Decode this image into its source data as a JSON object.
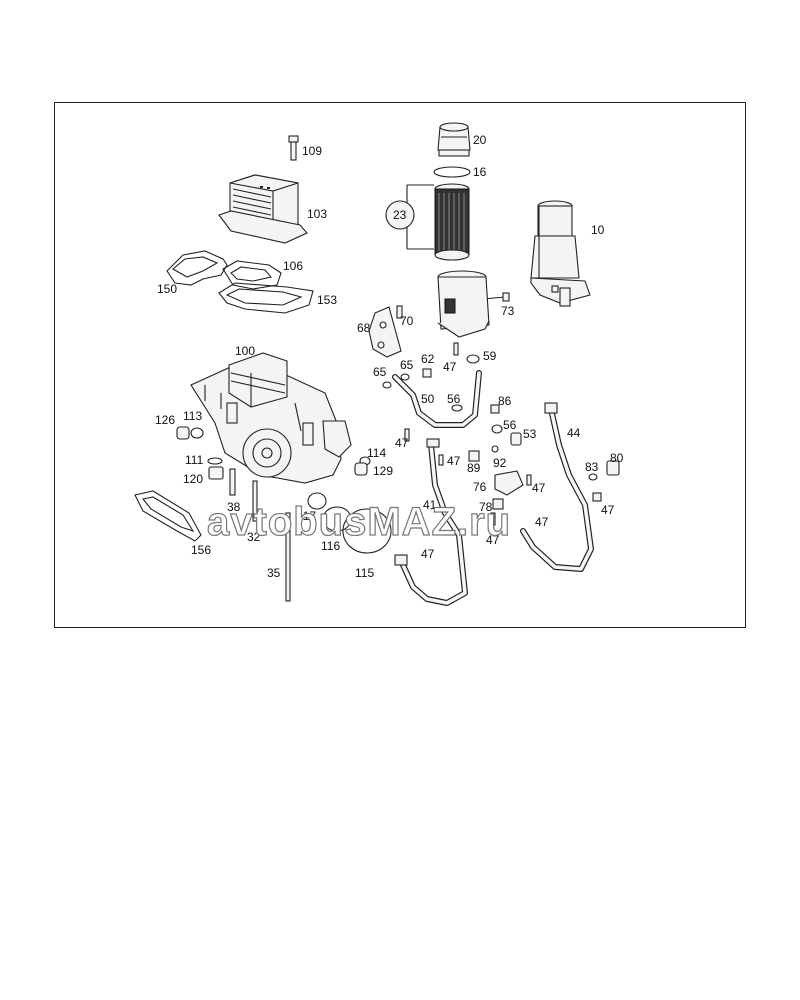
{
  "diagram": {
    "labels": [
      {
        "id": "l109",
        "text": "109"
      },
      {
        "id": "l20",
        "text": "20"
      },
      {
        "id": "l16",
        "text": "16"
      },
      {
        "id": "l103",
        "text": "103"
      },
      {
        "id": "l23",
        "text": "23"
      },
      {
        "id": "l10",
        "text": "10"
      },
      {
        "id": "l106",
        "text": "106"
      },
      {
        "id": "l150",
        "text": "150"
      },
      {
        "id": "l153",
        "text": "153"
      },
      {
        "id": "l73",
        "text": "73"
      },
      {
        "id": "l68",
        "text": "68"
      },
      {
        "id": "l70",
        "text": "70"
      },
      {
        "id": "l100",
        "text": "100"
      },
      {
        "id": "l65a",
        "text": "65"
      },
      {
        "id": "l62",
        "text": "62"
      },
      {
        "id": "l59",
        "text": "59"
      },
      {
        "id": "l65b",
        "text": "65"
      },
      {
        "id": "l47a",
        "text": "47"
      },
      {
        "id": "l50",
        "text": "50"
      },
      {
        "id": "l56a",
        "text": "56"
      },
      {
        "id": "l86",
        "text": "86"
      },
      {
        "id": "l126",
        "text": "126"
      },
      {
        "id": "l113",
        "text": "113"
      },
      {
        "id": "l56b",
        "text": "56"
      },
      {
        "id": "l44",
        "text": "44"
      },
      {
        "id": "l53",
        "text": "53"
      },
      {
        "id": "l47b",
        "text": "47"
      },
      {
        "id": "l114",
        "text": "114"
      },
      {
        "id": "l47c",
        "text": "47"
      },
      {
        "id": "l80",
        "text": "80"
      },
      {
        "id": "l111",
        "text": "111"
      },
      {
        "id": "l89",
        "text": "89"
      },
      {
        "id": "l92",
        "text": "92"
      },
      {
        "id": "l129",
        "text": "129"
      },
      {
        "id": "l83",
        "text": "83"
      },
      {
        "id": "l120",
        "text": "120"
      },
      {
        "id": "l47d",
        "text": "47"
      },
      {
        "id": "l76",
        "text": "76"
      },
      {
        "id": "l38",
        "text": "38"
      },
      {
        "id": "l41",
        "text": "41"
      },
      {
        "id": "l78",
        "text": "78"
      },
      {
        "id": "l47e",
        "text": "47"
      },
      {
        "id": "l117",
        "text": "117"
      },
      {
        "id": "l47f",
        "text": "47"
      },
      {
        "id": "l156",
        "text": "156"
      },
      {
        "id": "l32",
        "text": "32"
      },
      {
        "id": "l116",
        "text": "116"
      },
      {
        "id": "l47g",
        "text": "47"
      },
      {
        "id": "l47h",
        "text": "47"
      },
      {
        "id": "l35",
        "text": "35"
      },
      {
        "id": "l115",
        "text": "115"
      }
    ],
    "watermark": "avtobusMAZ.ru"
  }
}
